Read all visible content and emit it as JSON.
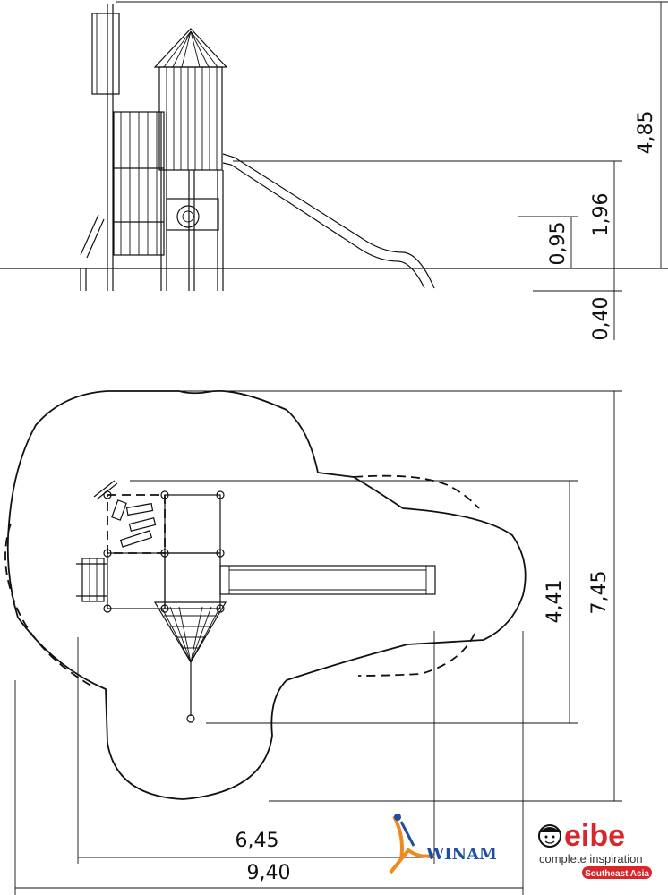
{
  "elevation_dimensions": {
    "total_height": "4,85",
    "platform_high": "1,96",
    "platform_low": "0,95",
    "foundation_depth": "0,40"
  },
  "plan_dimensions": {
    "depth_equipment": "4,41",
    "depth_total": "7,45",
    "width_equipment": "6,45",
    "width_total": "9,40"
  },
  "logos": {
    "winam": "WINAM",
    "eibe_brand": "eibe",
    "eibe_tagline": "complete inspiration",
    "eibe_region": "Southeast Asia",
    "eibe_region_color": "#d9262b",
    "eibe_brand_color": "#d9262b",
    "winam_color": "#1f4fa3",
    "winam_accent_color": "#f08a1c"
  }
}
